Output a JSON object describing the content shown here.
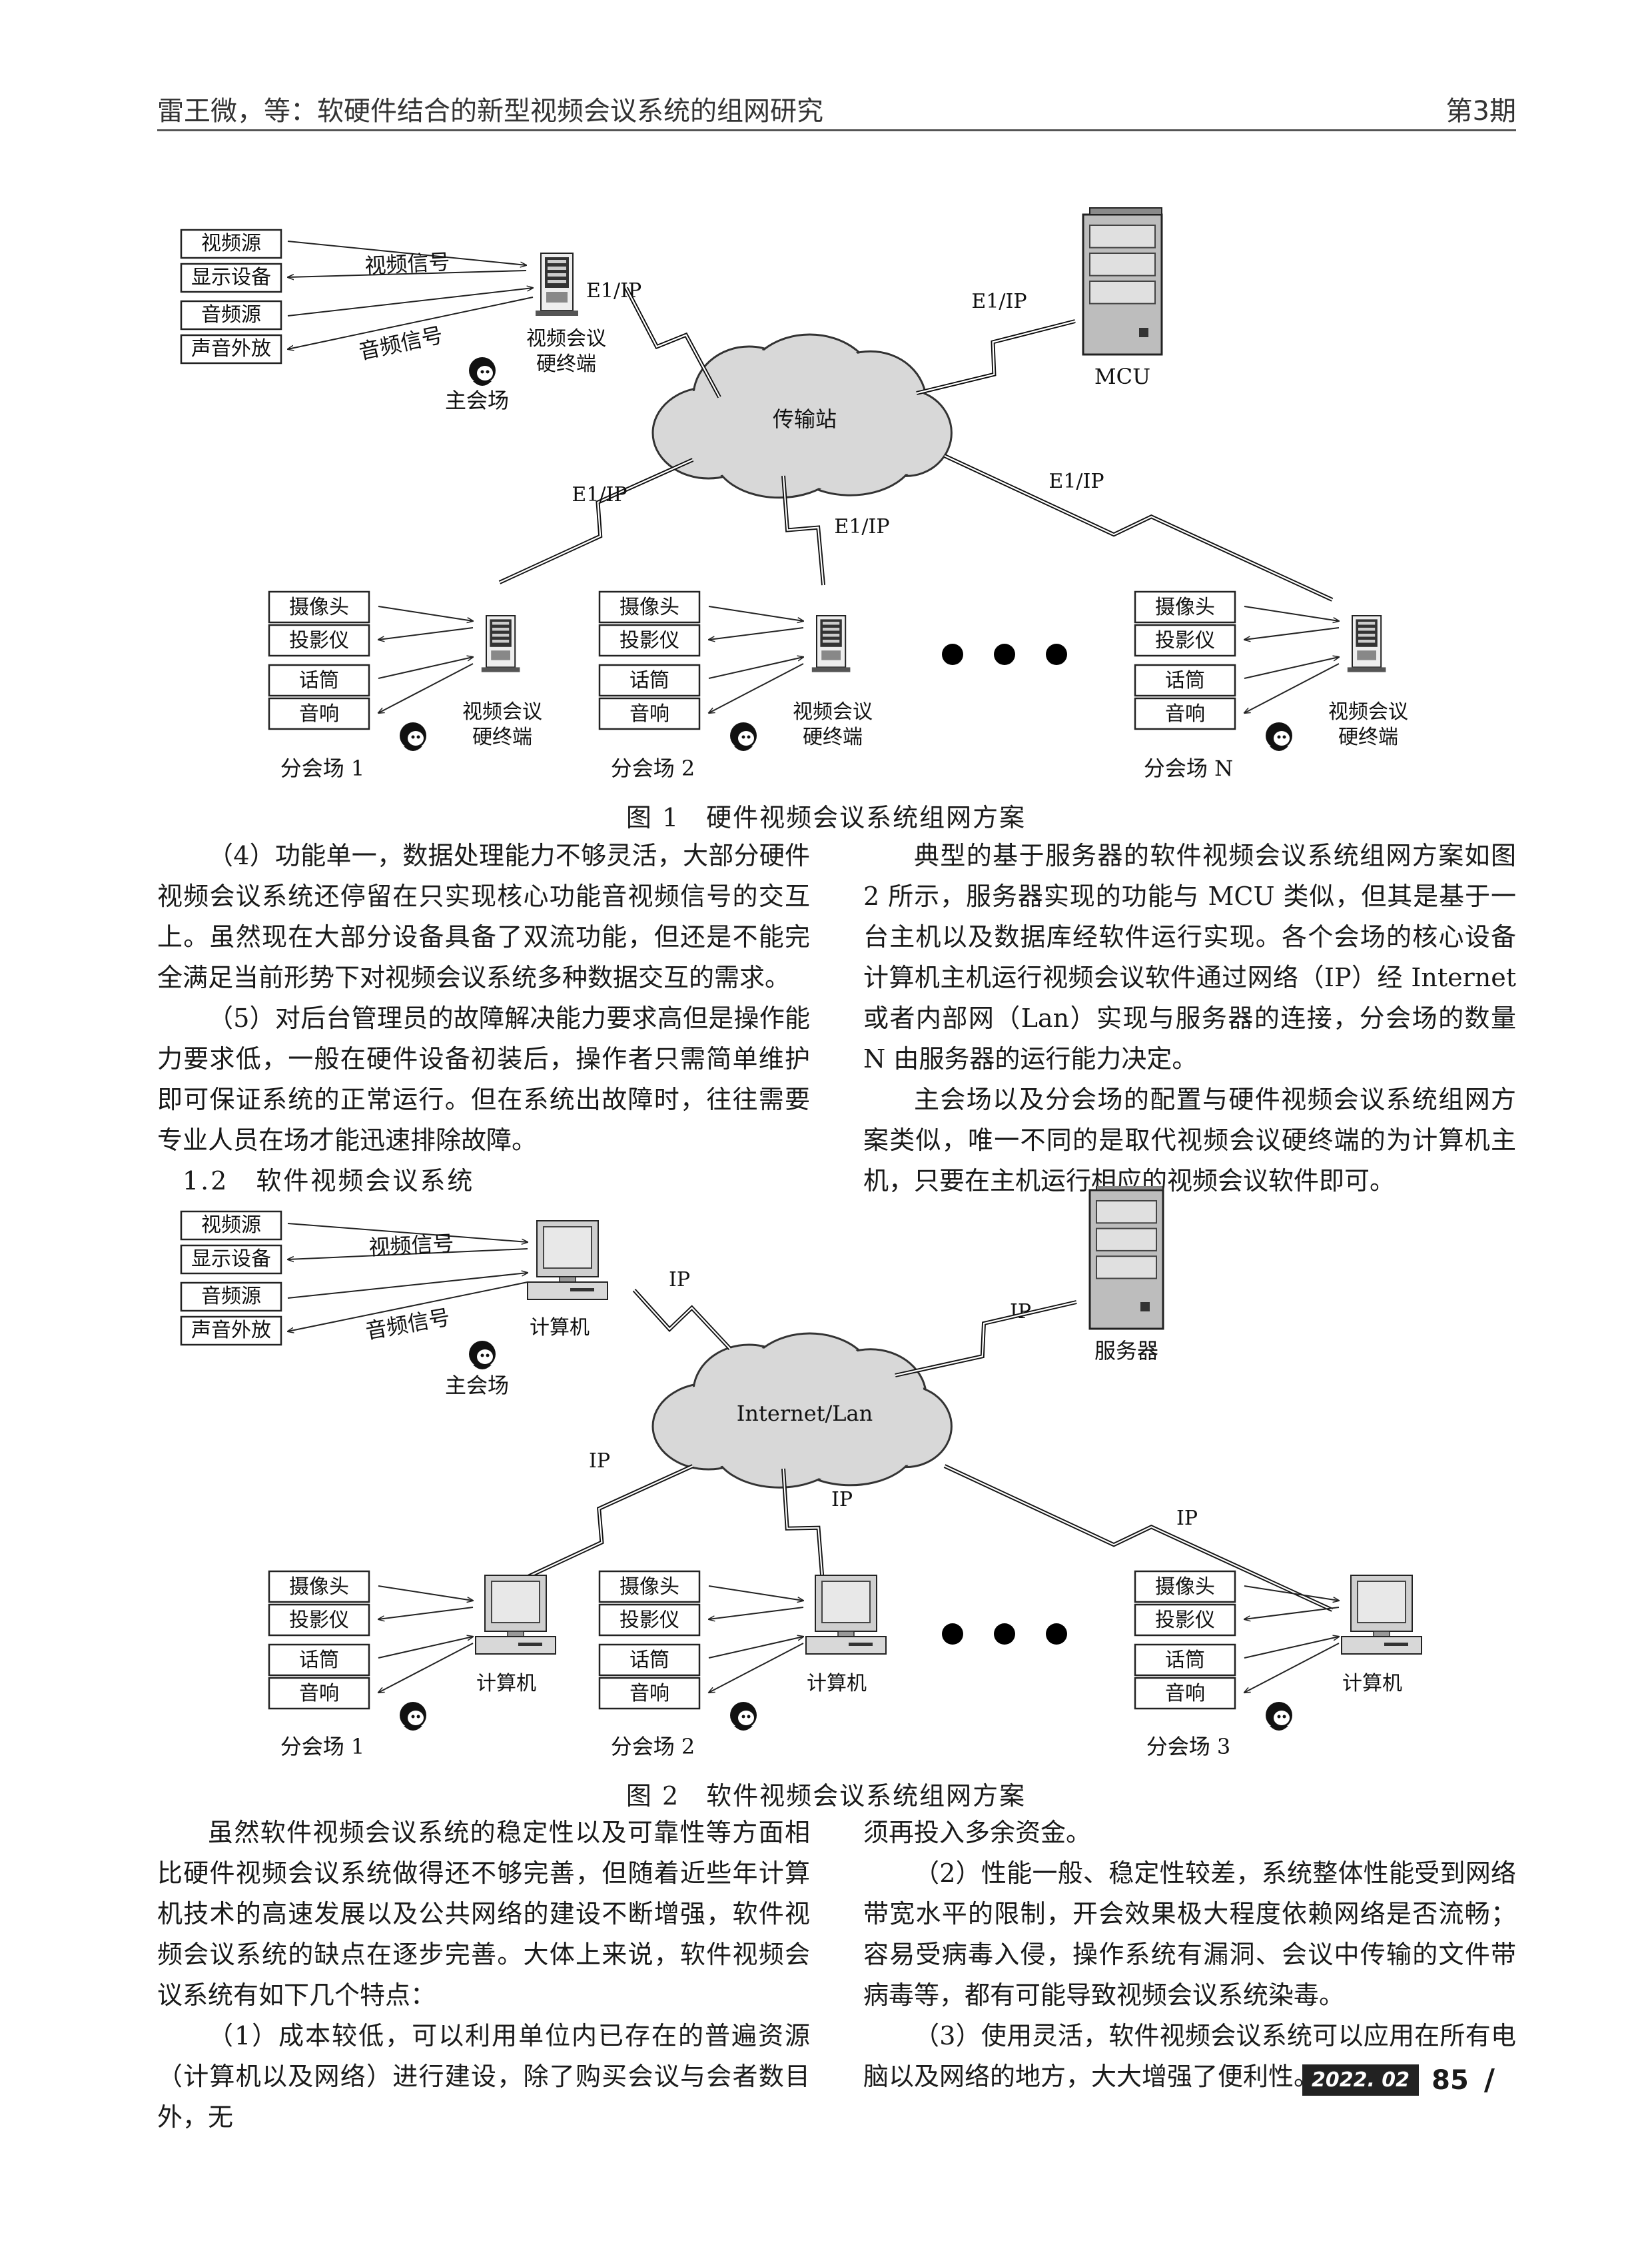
{
  "header": {
    "left": "雷王微，等：软硬件结合的新型视频会议系统的组网研究",
    "right": "第3期"
  },
  "fig1": {
    "caption": "图 1　硬件视频会议系统组网方案",
    "main": {
      "boxes": [
        "视频源",
        "显示设备",
        "音频源",
        "声音外放"
      ],
      "sig_video": "视频信号",
      "sig_audio": "音频信号",
      "terminal": [
        "视频会议",
        "硬终端"
      ],
      "site": "主会场",
      "link": "E1/IP"
    },
    "mcu": {
      "label": "MCU",
      "link": "E1/IP"
    },
    "cloud": "传输站",
    "branches": [
      {
        "boxes": [
          "摄像头",
          "投影仪",
          "话筒",
          "音响"
        ],
        "terminal": [
          "视频会议",
          "硬终端"
        ],
        "site": "分会场 1",
        "link": "E1/IP"
      },
      {
        "boxes": [
          "摄像头",
          "投影仪",
          "话筒",
          "音响"
        ],
        "terminal": [
          "视频会议",
          "硬终端"
        ],
        "site": "分会场 2",
        "link": "E1/IP"
      },
      {
        "boxes": [
          "摄像头",
          "投影仪",
          "话筒",
          "音响"
        ],
        "terminal": [
          "视频会议",
          "硬终端"
        ],
        "site": "分会场 N",
        "link": "E1/IP"
      }
    ]
  },
  "fig2": {
    "caption": "图 2　软件视频会议系统组网方案",
    "main": {
      "boxes": [
        "视频源",
        "显示设备",
        "音频源",
        "声音外放"
      ],
      "sig_video": "视频信号",
      "sig_audio": "音频信号",
      "terminal": "计算机",
      "site": "主会场",
      "link": "IP"
    },
    "server": {
      "label": "服务器",
      "link": "IP"
    },
    "cloud": "Internet/Lan",
    "branches": [
      {
        "boxes": [
          "摄像头",
          "投影仪",
          "话筒",
          "音响"
        ],
        "terminal": "计算机",
        "site": "分会场 1",
        "link": "IP"
      },
      {
        "boxes": [
          "摄像头",
          "投影仪",
          "话筒",
          "音响"
        ],
        "terminal": "计算机",
        "site": "分会场 2",
        "link": "IP"
      },
      {
        "boxes": [
          "摄像头",
          "投影仪",
          "话筒",
          "音响"
        ],
        "terminal": "计算机",
        "site": "分会场 3",
        "link": "IP"
      }
    ]
  },
  "text": {
    "left1": [
      "（4）功能单一，数据处理能力不够灵活，大部分硬件视频会议系统还停留在只实现核心功能音视频信号的交互上。虽然现在大部分设备具备了双流功能，但还是不能完全满足当前形势下对视频会议系统多种数据交互的需求。",
      "（5）对后台管理员的故障解决能力要求高但是操作能力要求低，一般在硬件设备初装后，操作者只需简单维护即可保证系统的正常运行。但在系统出故障时，往往需要专业人员在场才能迅速排除故障。"
    ],
    "section": "1.2　软件视频会议系统",
    "right1": [
      "典型的基于服务器的软件视频会议系统组网方案如图 2 所示，服务器实现的功能与 MCU 类似，但其是基于一台主机以及数据库经软件运行实现。各个会场的核心设备计算机主机运行视频会议软件通过网络（IP）经 Internet 或者内部网（Lan）实现与服务器的连接，分会场的数量 N 由服务器的运行能力决定。",
      "主会场以及分会场的配置与硬件视频会议系统组网方案类似，唯一不同的是取代视频会议硬终端的为计算机主机，只要在主机运行相应的视频会议软件即可。"
    ],
    "left2": [
      "虽然软件视频会议系统的稳定性以及可靠性等方面相比硬件视频会议系统做得还不够完善，但随着近些年计算机技术的高速发展以及公共网络的建设不断增强，软件视频会议系统的缺点在逐步完善。大体上来说，软件视频会议系统有如下几个特点：",
      "（1）成本较低，可以利用单位内已存在的普遍资源（计算机以及网络）进行建设，除了购买会议与会者数目外，无"
    ],
    "right2_cont": "须再投入多余资金。",
    "right2": [
      "（2）性能一般、稳定性较差，系统整体性能受到网络带宽水平的限制，开会效果极大程度依赖网络是否流畅；容易受病毒入侵，操作系统有漏洞、会议中传输的文件带病毒等，都有可能导致视频会议系统染毒。",
      "（3）使用灵活，软件视频会议系统可以应用在所有电脑以及网络的地方，大大增强了便利性。"
    ]
  },
  "footer": {
    "date": "2022. 02",
    "page": "85"
  }
}
